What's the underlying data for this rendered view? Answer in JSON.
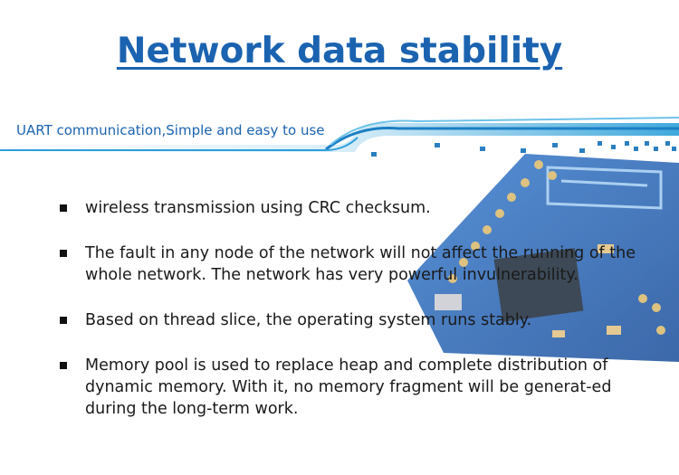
{
  "title": "Network data stability",
  "subtitle": "UART communication,Simple and easy to use",
  "bullets": [
    {
      "text": "wireless transmission using CRC checksum."
    },
    {
      "text": "The fault in any node of the network will not affect the running of the whole network. The network has very powerful invulnerability."
    },
    {
      "text": "Based on thread slice, the operating system runs stably."
    },
    {
      "text": "Memory pool is used to replace heap and complete distribution of dynamic memory. With it, no memory fragment will be generat-ed during the long-term work."
    }
  ],
  "colors": {
    "accent": "#1b63b0",
    "banner": "#2b9fd8",
    "pcb": "#1e5fb4"
  },
  "icons": [
    "bullet-square-icon",
    "wireless-module-image"
  ]
}
